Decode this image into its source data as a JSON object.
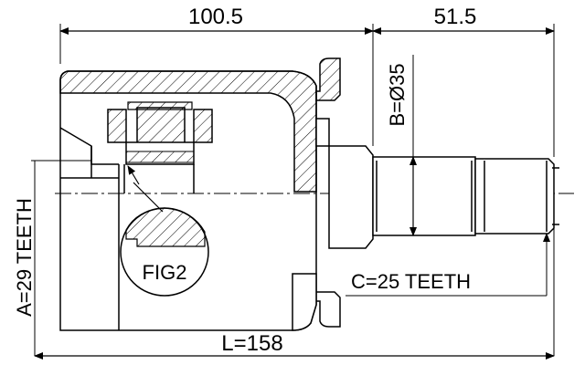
{
  "dimensions": {
    "inner_length": "100.5",
    "outer_length": "51.5",
    "diameter": "B=Ø35",
    "inner_teeth": "A=29 TEETH",
    "outer_teeth": "C=25 TEETH",
    "total_length": "L=158"
  },
  "figure_label": "FIG2",
  "colors": {
    "line": "#000000",
    "background": "#ffffff"
  }
}
